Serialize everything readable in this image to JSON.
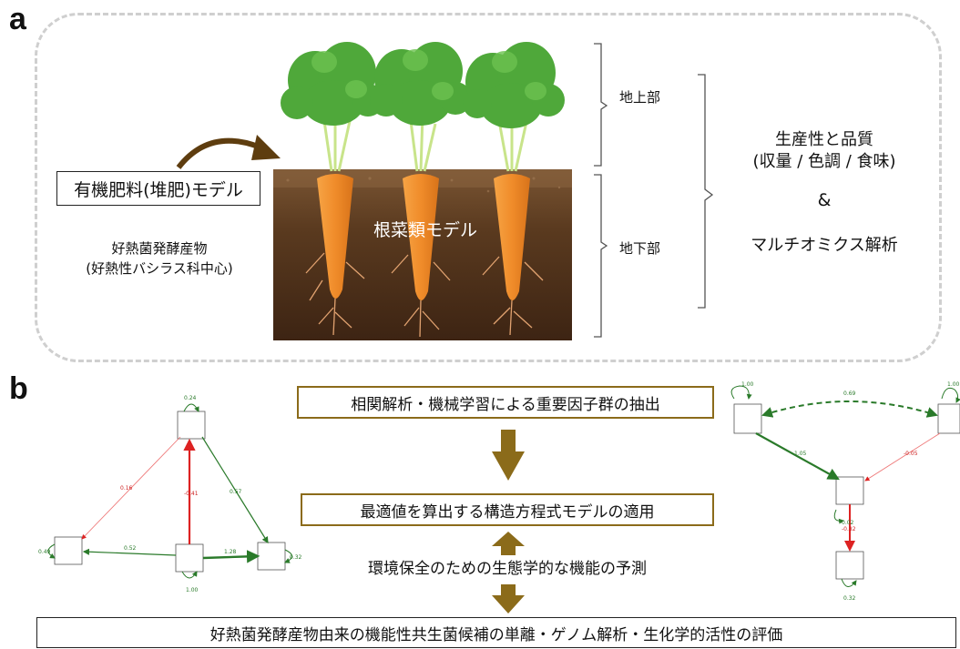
{
  "panel_a": {
    "letter": "a",
    "compost_model": "有機肥料(堆肥)モデル",
    "fermentation_line1": "好熱菌発酵産物",
    "fermentation_line2": "(好熱性バシラス科中心)",
    "root_model": "根菜類モデル",
    "above_ground": "地上部",
    "below_ground": "地下部",
    "productivity_line1": "生産性と品質",
    "productivity_line2": "(収量 / 色調 / 食味)",
    "ampersand": "&",
    "multiomics": "マルチオミクス解析"
  },
  "panel_b": {
    "letter": "b",
    "step1": "相関解析・機械学習による重要因子群の抽出",
    "step2": "最適値を算出する構造方程式モデルの適用",
    "step3": "環境保全のための生態学的な機能の予測",
    "step4": "好熱菌発酵産物由来の機能性共生菌候補の単離・ゲノム解析・生化学的活性の評価",
    "left_sem": {
      "labels": [
        "0.24",
        "0.16",
        "-0.41",
        "0.57",
        "0.49",
        "0.52",
        "1.00",
        "1.28",
        "0.32"
      ]
    },
    "right_sem": {
      "labels": [
        "1.00",
        "1.00",
        "0.69",
        "1.05",
        "-0.05",
        "0.02",
        "-0.82",
        "0.32"
      ]
    }
  },
  "colors": {
    "soil_top": "#6f4a2c",
    "soil_bottom": "#3d2413",
    "carrot": "#f08c2a",
    "leaf": "#4fa83a",
    "gold": "#8b6b1a",
    "arrow_brown": "#5e3d0f",
    "sem_green": "#2a7a2a",
    "sem_red": "#dd2222"
  }
}
